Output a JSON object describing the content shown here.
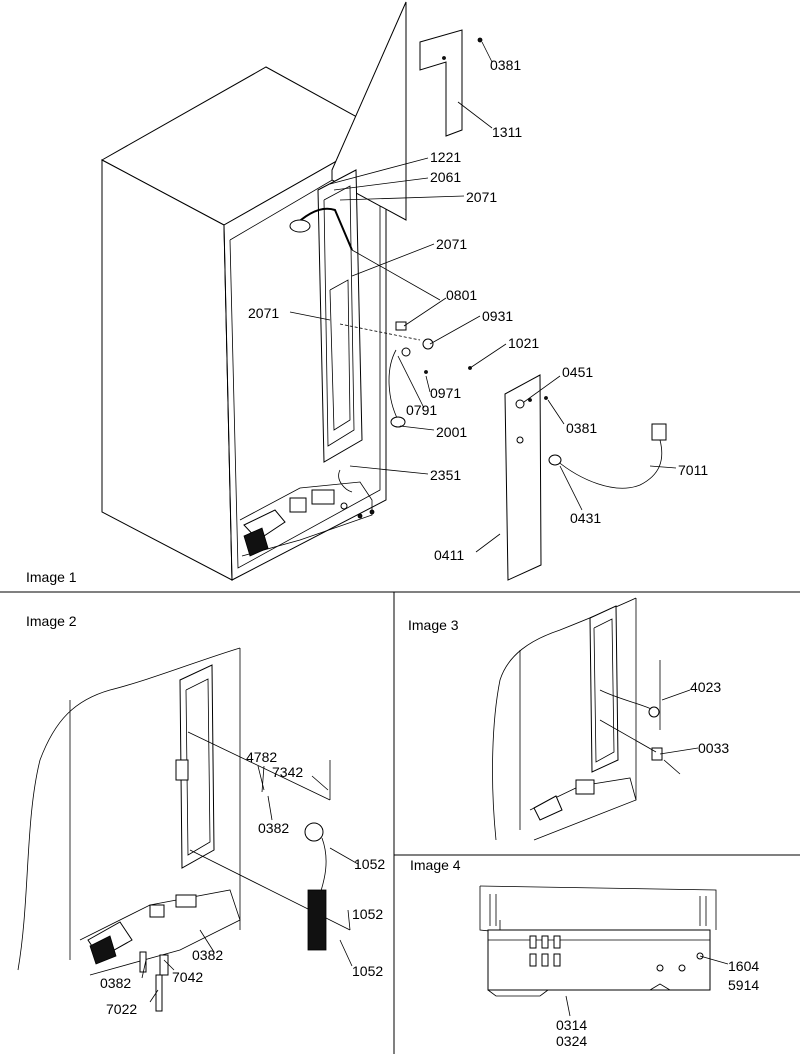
{
  "panels": {
    "image1": "Image 1",
    "image2": "Image 2",
    "image3": "Image 3",
    "image4": "Image 4"
  },
  "callouts": {
    "c0381a": "0381",
    "c1311": "1311",
    "c1221": "1221",
    "c2061": "2061",
    "c2071a": "2071",
    "c2071b": "2071",
    "c2071c": "2071",
    "c0801": "0801",
    "c0931": "0931",
    "c1021": "1021",
    "c0971": "0971",
    "c0791": "0791",
    "c2001": "2001",
    "c0451": "0451",
    "c0381b": "0381",
    "c7011": "7011",
    "c0431": "0431",
    "c2351": "2351",
    "c0411": "0411",
    "c4782": "4782",
    "c7342": "7342",
    "c0382a": "0382",
    "c1052a": "1052",
    "c1052b": "1052",
    "c1052c": "1052",
    "c0382b": "0382",
    "c0382c": "0382",
    "c7042": "7042",
    "c7022": "7022",
    "c4023": "4023",
    "c0033": "0033",
    "c1604": "1604",
    "c5914": "5914",
    "c0314": "0314",
    "c0324": "0324"
  }
}
